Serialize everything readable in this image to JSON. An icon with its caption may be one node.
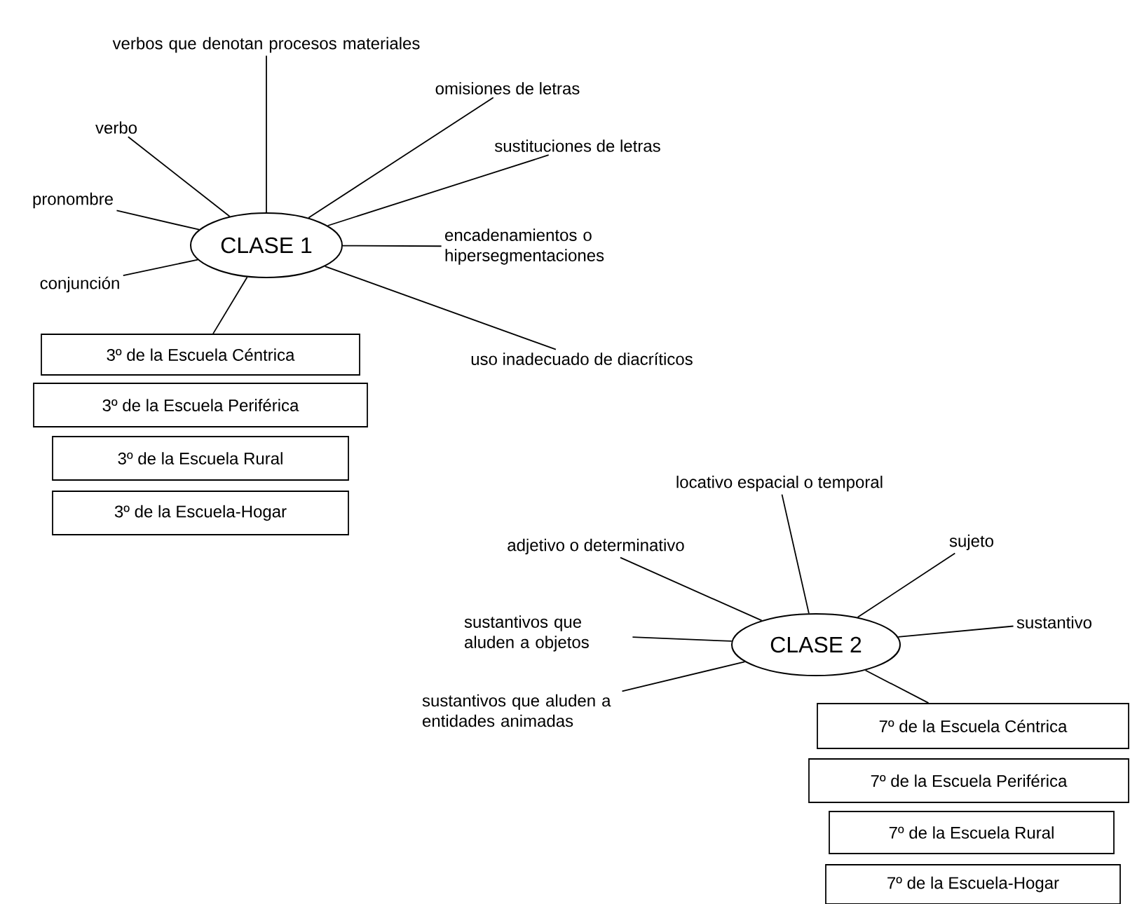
{
  "diagram": {
    "nodes": [
      {
        "text": [
          "CLASE 1"
        ]
      },
      {
        "text": [
          "verbos que denotan procesos materiales"
        ]
      },
      {
        "text": [
          "verbo"
        ]
      },
      {
        "text": [
          "pronombre"
        ]
      },
      {
        "text": [
          "conjunción"
        ]
      },
      {
        "text": [
          "omisiones de letras"
        ]
      },
      {
        "text": [
          "sustituciones de letras"
        ]
      },
      {
        "text": [
          "encadenamientos o hipersegmentaciones"
        ]
      },
      {
        "text": [
          "uso inadecuado de diacríticos"
        ]
      },
      {
        "text": [
          "3º de la Escuela Céntrica"
        ]
      },
      {
        "text": [
          "3º de la Escuela Periférica"
        ]
      },
      {
        "text": [
          "3º de la Escuela Rural"
        ]
      },
      {
        "text": [
          "3º de la Escuela-Hogar"
        ]
      },
      {
        "text": [
          "CLASE 2"
        ]
      },
      {
        "text": [
          "locativo espacial o temporal"
        ]
      },
      {
        "text": [
          "adjetivo o determinativo"
        ]
      },
      {
        "text": [
          "sustantivos que aluden a objetos"
        ]
      },
      {
        "text": [
          "sustantivos que aluden a entidades animadas"
        ]
      },
      {
        "text": [
          "sujeto"
        ]
      },
      {
        "text": [
          "sustantivo"
        ]
      },
      {
        "text": [
          "7º de la Escuela Céntrica"
        ]
      },
      {
        "text": [
          "7º de la Escuela Periférica"
        ]
      },
      {
        "text": [
          "7º de la Escuela Rural"
        ]
      },
      {
        "text": [
          "7º de la Escuela-Hogar"
        ]
      }
    ],
    "edges": [
      {
        "from": 0,
        "to": 1,
        "arrow": "none"
      },
      {
        "from": 0,
        "to": 2,
        "arrow": "none"
      },
      {
        "from": 0,
        "to": 3,
        "arrow": "none"
      },
      {
        "from": 0,
        "to": 4,
        "arrow": "none"
      },
      {
        "from": 0,
        "to": 5,
        "arrow": "none"
      },
      {
        "from": 0,
        "to": 6,
        "arrow": "none"
      },
      {
        "from": 0,
        "to": 7,
        "arrow": "none"
      },
      {
        "from": 0,
        "to": 8,
        "arrow": "none"
      },
      {
        "from": 0,
        "to": 9,
        "arrow": "none"
      },
      {
        "from": 13,
        "to": 14,
        "arrow": "none"
      },
      {
        "from": 13,
        "to": 15,
        "arrow": "none"
      },
      {
        "from": 13,
        "to": 16,
        "arrow": "none"
      },
      {
        "from": 13,
        "to": 17,
        "arrow": "none"
      },
      {
        "from": 13,
        "to": 18,
        "arrow": "none"
      },
      {
        "from": 13,
        "to": 19,
        "arrow": "none"
      },
      {
        "from": 13,
        "to": 20,
        "arrow": "none"
      }
    ]
  }
}
